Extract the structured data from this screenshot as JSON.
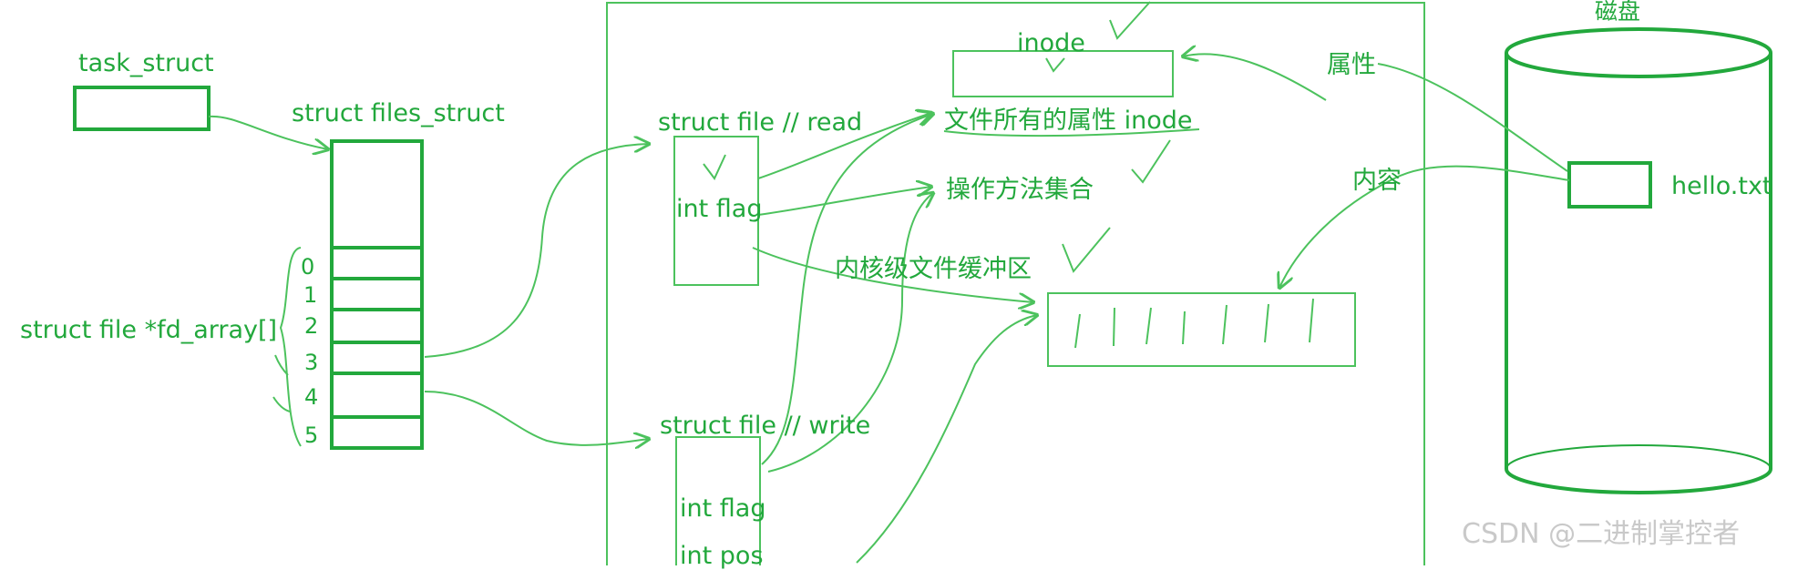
{
  "labels": {
    "task_struct": "task_struct",
    "files_struct": "struct  files_struct",
    "fd_array": "struct file *fd_array[]",
    "fd_indices": [
      "0",
      "1",
      "2",
      "3",
      "4",
      "5"
    ],
    "file_read": "struct file // read",
    "file_read_flag": "int flag",
    "file_write": "struct file // write",
    "file_write_flag": "int flag",
    "file_write_pos": "int pos",
    "inode": "inode",
    "attrs_inode": "文件所有的属性 inode",
    "methods": "操作方法集合",
    "kernel_buffer": "内核级文件缓冲区",
    "disk": "磁盘",
    "attr": "属性",
    "content": "内容",
    "filename": "hello.txt"
  },
  "watermark": "CSDN @二进制掌控者",
  "colors": {
    "ink": "#22a83c",
    "thin": "#4cc25d",
    "watermark": "#c9c9c9"
  }
}
